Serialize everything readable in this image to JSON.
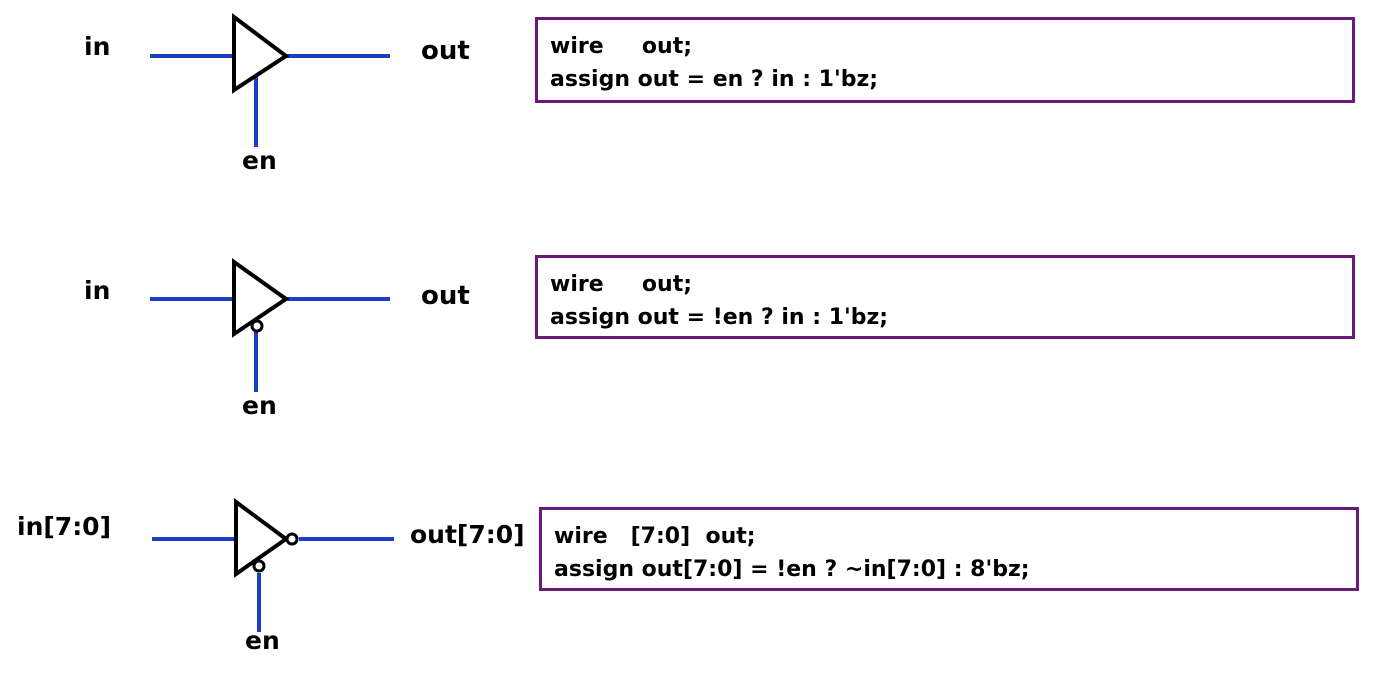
{
  "colors": {
    "wire": "#1a3fc4",
    "gate_outline": "#000000",
    "code_border": "#6a1b7a",
    "text": "#000000"
  },
  "buffers": [
    {
      "input_label": "in",
      "output_label": "out",
      "enable_label": "en",
      "enable_active_low": false,
      "output_inverted": false,
      "code": [
        "wire     out;",
        "assign out = en ? in : 1'bz;"
      ]
    },
    {
      "input_label": "in",
      "output_label": "out",
      "enable_label": "en",
      "enable_active_low": true,
      "output_inverted": false,
      "code": [
        "wire     out;",
        "assign out = !en ? in : 1'bz;"
      ]
    },
    {
      "input_label": "in[7:0]",
      "output_label": "out[7:0]",
      "enable_label": "en",
      "enable_active_low": true,
      "output_inverted": true,
      "code": [
        "wire   [7:0]  out;",
        "assign out[7:0] = !en ? ~in[7:0] : 8'bz;"
      ]
    }
  ]
}
